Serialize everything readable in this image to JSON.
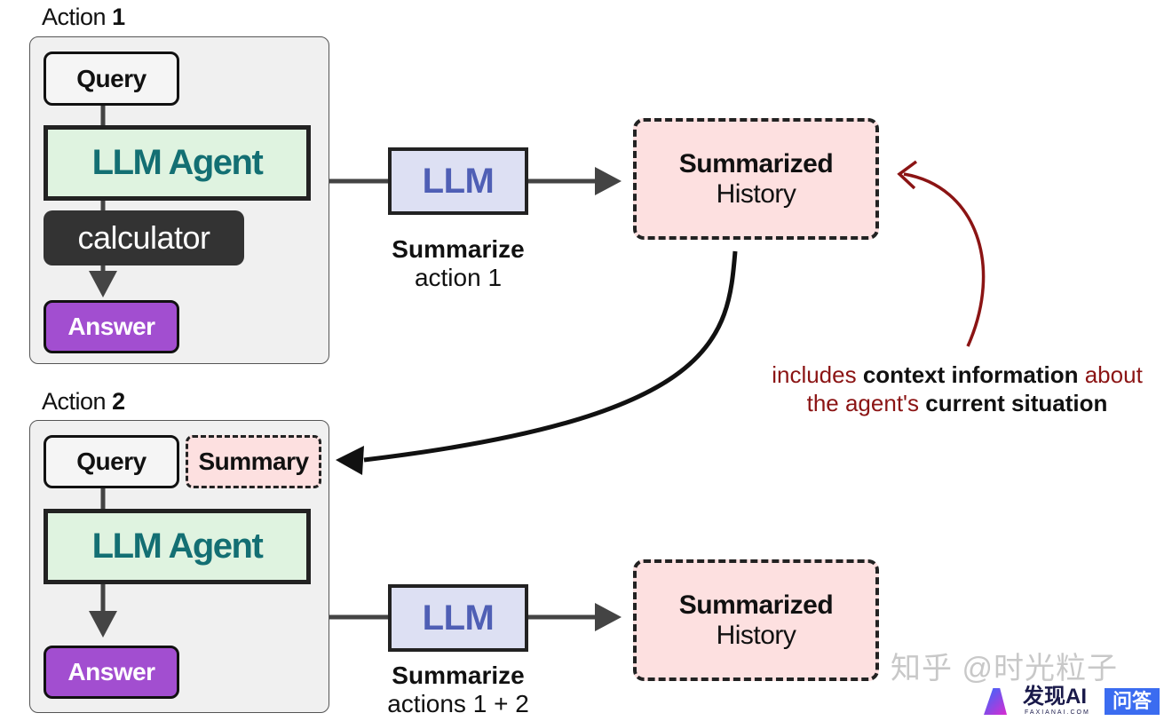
{
  "action1": {
    "label": "Action",
    "number": "1",
    "query": "Query",
    "agent": "LLM Agent",
    "tool": "calculator",
    "answer": "Answer",
    "llm": "LLM",
    "caption_bold": "Summarize",
    "caption": "action 1",
    "history_bold": "Summarized",
    "history": "History"
  },
  "action2": {
    "label": "Action",
    "number": "2",
    "query": "Query",
    "summary": "Summary",
    "agent": "LLM Agent",
    "answer": "Answer",
    "llm": "LLM",
    "caption_bold": "Summarize",
    "caption": "actions 1 + 2",
    "history_bold": "Summarized",
    "history": "History"
  },
  "annotation": {
    "p1": "includes ",
    "b1": "context information",
    "p2": " about",
    "p3": "the agent's ",
    "b2": "current situation"
  },
  "colors": {
    "agent_text": "#136f73",
    "agent_bg": "#dff3e0",
    "llm_text": "#4f5fb5",
    "llm_bg": "#dde0f3",
    "answer_bg": "#a24ed0",
    "history_bg": "#fde0e0",
    "annotation": "#8b1414"
  },
  "watermark": {
    "text": "知乎 @时光粒子",
    "logo": "发现AI",
    "logo_sub": "FAXIANAI.COM",
    "badge": "问答"
  }
}
